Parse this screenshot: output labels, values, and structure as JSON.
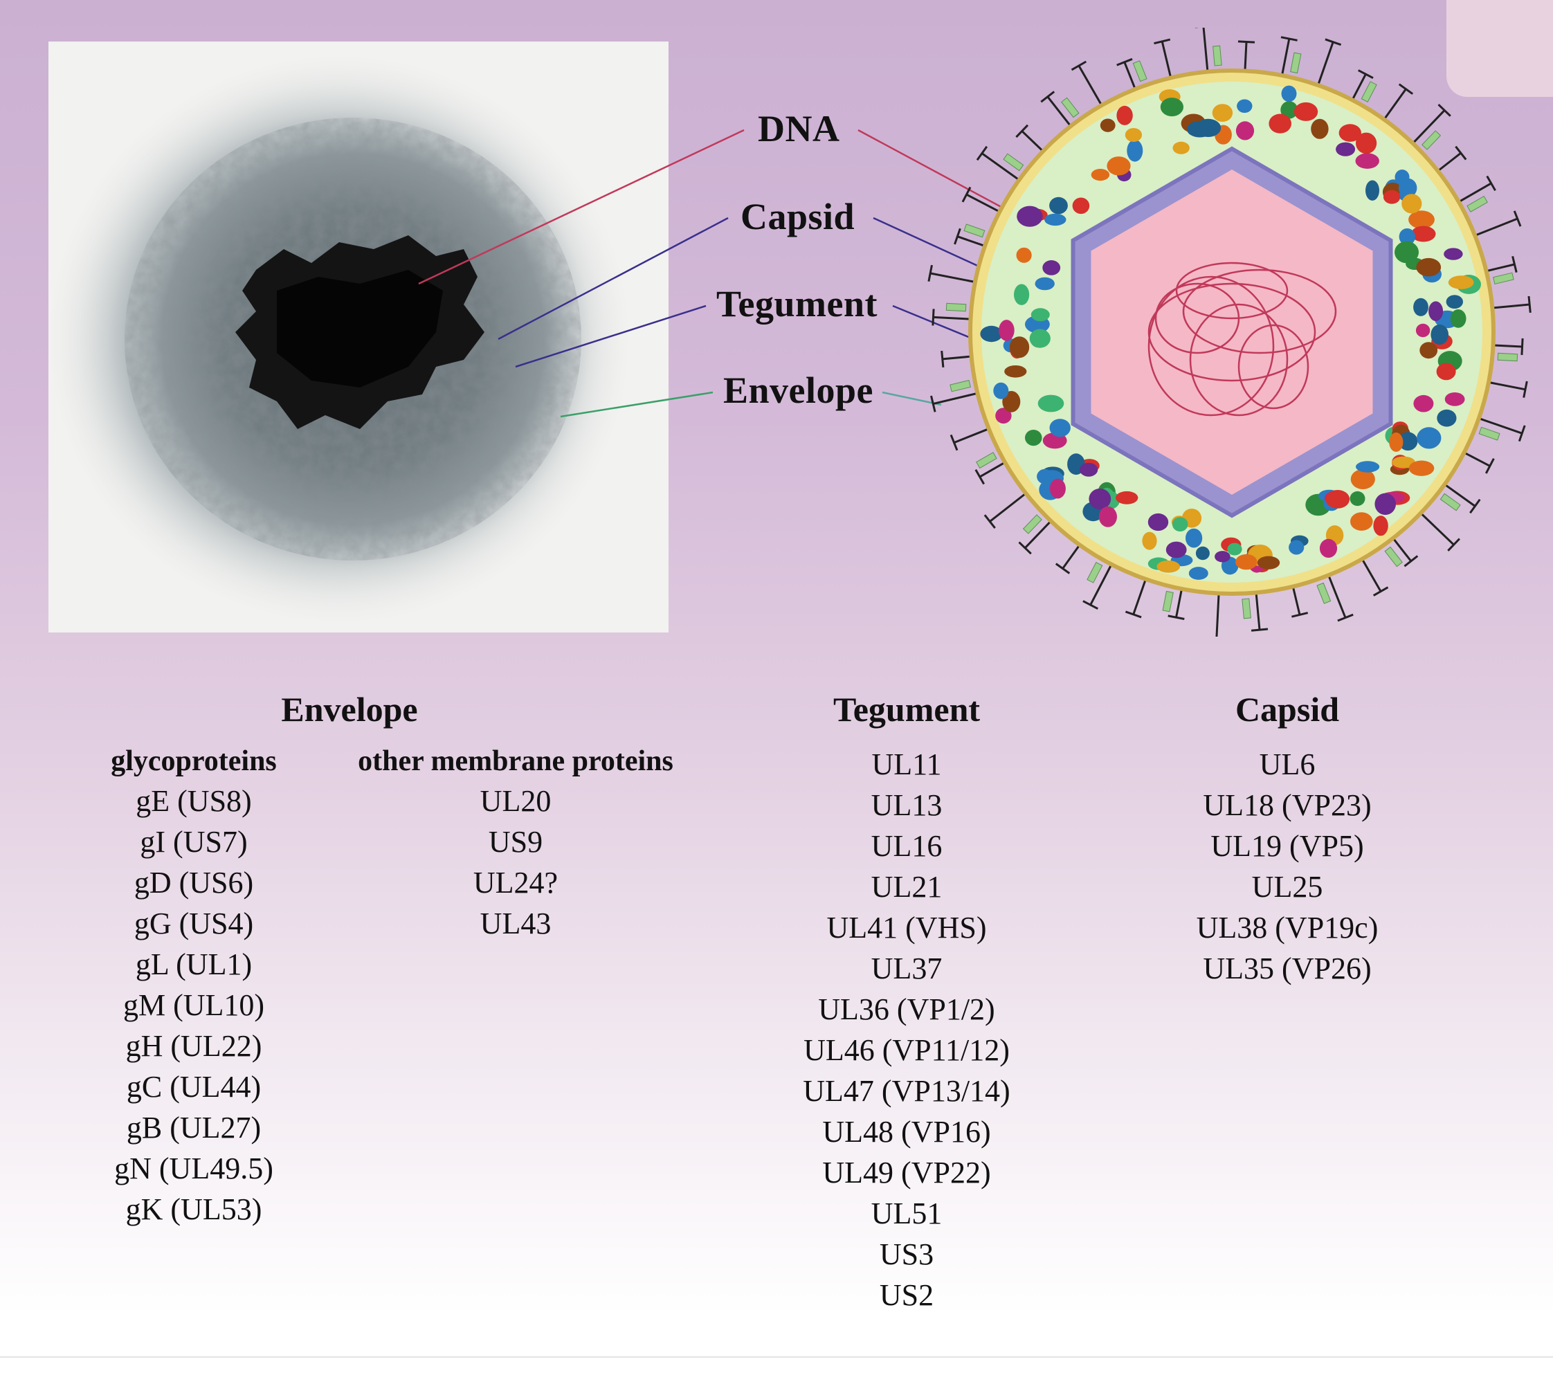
{
  "diagram": {
    "labels": {
      "dna": "DNA",
      "capsid": "Capsid",
      "tegument": "Tegument",
      "envelope": "Envelope"
    },
    "colors": {
      "dna_line": "#c0395a",
      "capsid_line": "#3a2f8c",
      "tegument_line": "#3a2f8c",
      "envelope_line": "#3aa06a",
      "capsid_fill": "#9a93cf",
      "core_fill": "#f5b8c6",
      "envelope_ring": "#f0e08a"
    }
  },
  "table": {
    "envelope": {
      "title": "Envelope",
      "glycoproteins": {
        "title": "glycoproteins",
        "items": [
          "gE (US8)",
          "gI (US7)",
          "gD (US6)",
          "gG (US4)",
          "gL (UL1)",
          "gM (UL10)",
          "gH (UL22)",
          "gC (UL44)",
          "gB (UL27)",
          "gN (UL49.5)",
          "gK (UL53)"
        ]
      },
      "other": {
        "title": "other membrane proteins",
        "items": [
          "UL20",
          "US9",
          "UL24?",
          "UL43"
        ]
      }
    },
    "tegument": {
      "title": "Tegument",
      "items": [
        "UL11",
        "UL13",
        "UL16",
        "UL21",
        "UL41 (VHS)",
        "UL37",
        "UL36 (VP1/2)",
        "UL46 (VP11/12)",
        "UL47 (VP13/14)",
        "UL48 (VP16)",
        "UL49 (VP22)",
        "UL51",
        "US3",
        "US2"
      ]
    },
    "capsid": {
      "title": "Capsid",
      "items": [
        "UL6",
        "UL18 (VP23)",
        "UL19 (VP5)",
        "UL25",
        "UL38 (VP19c)",
        "UL35 (VP26)"
      ]
    }
  }
}
